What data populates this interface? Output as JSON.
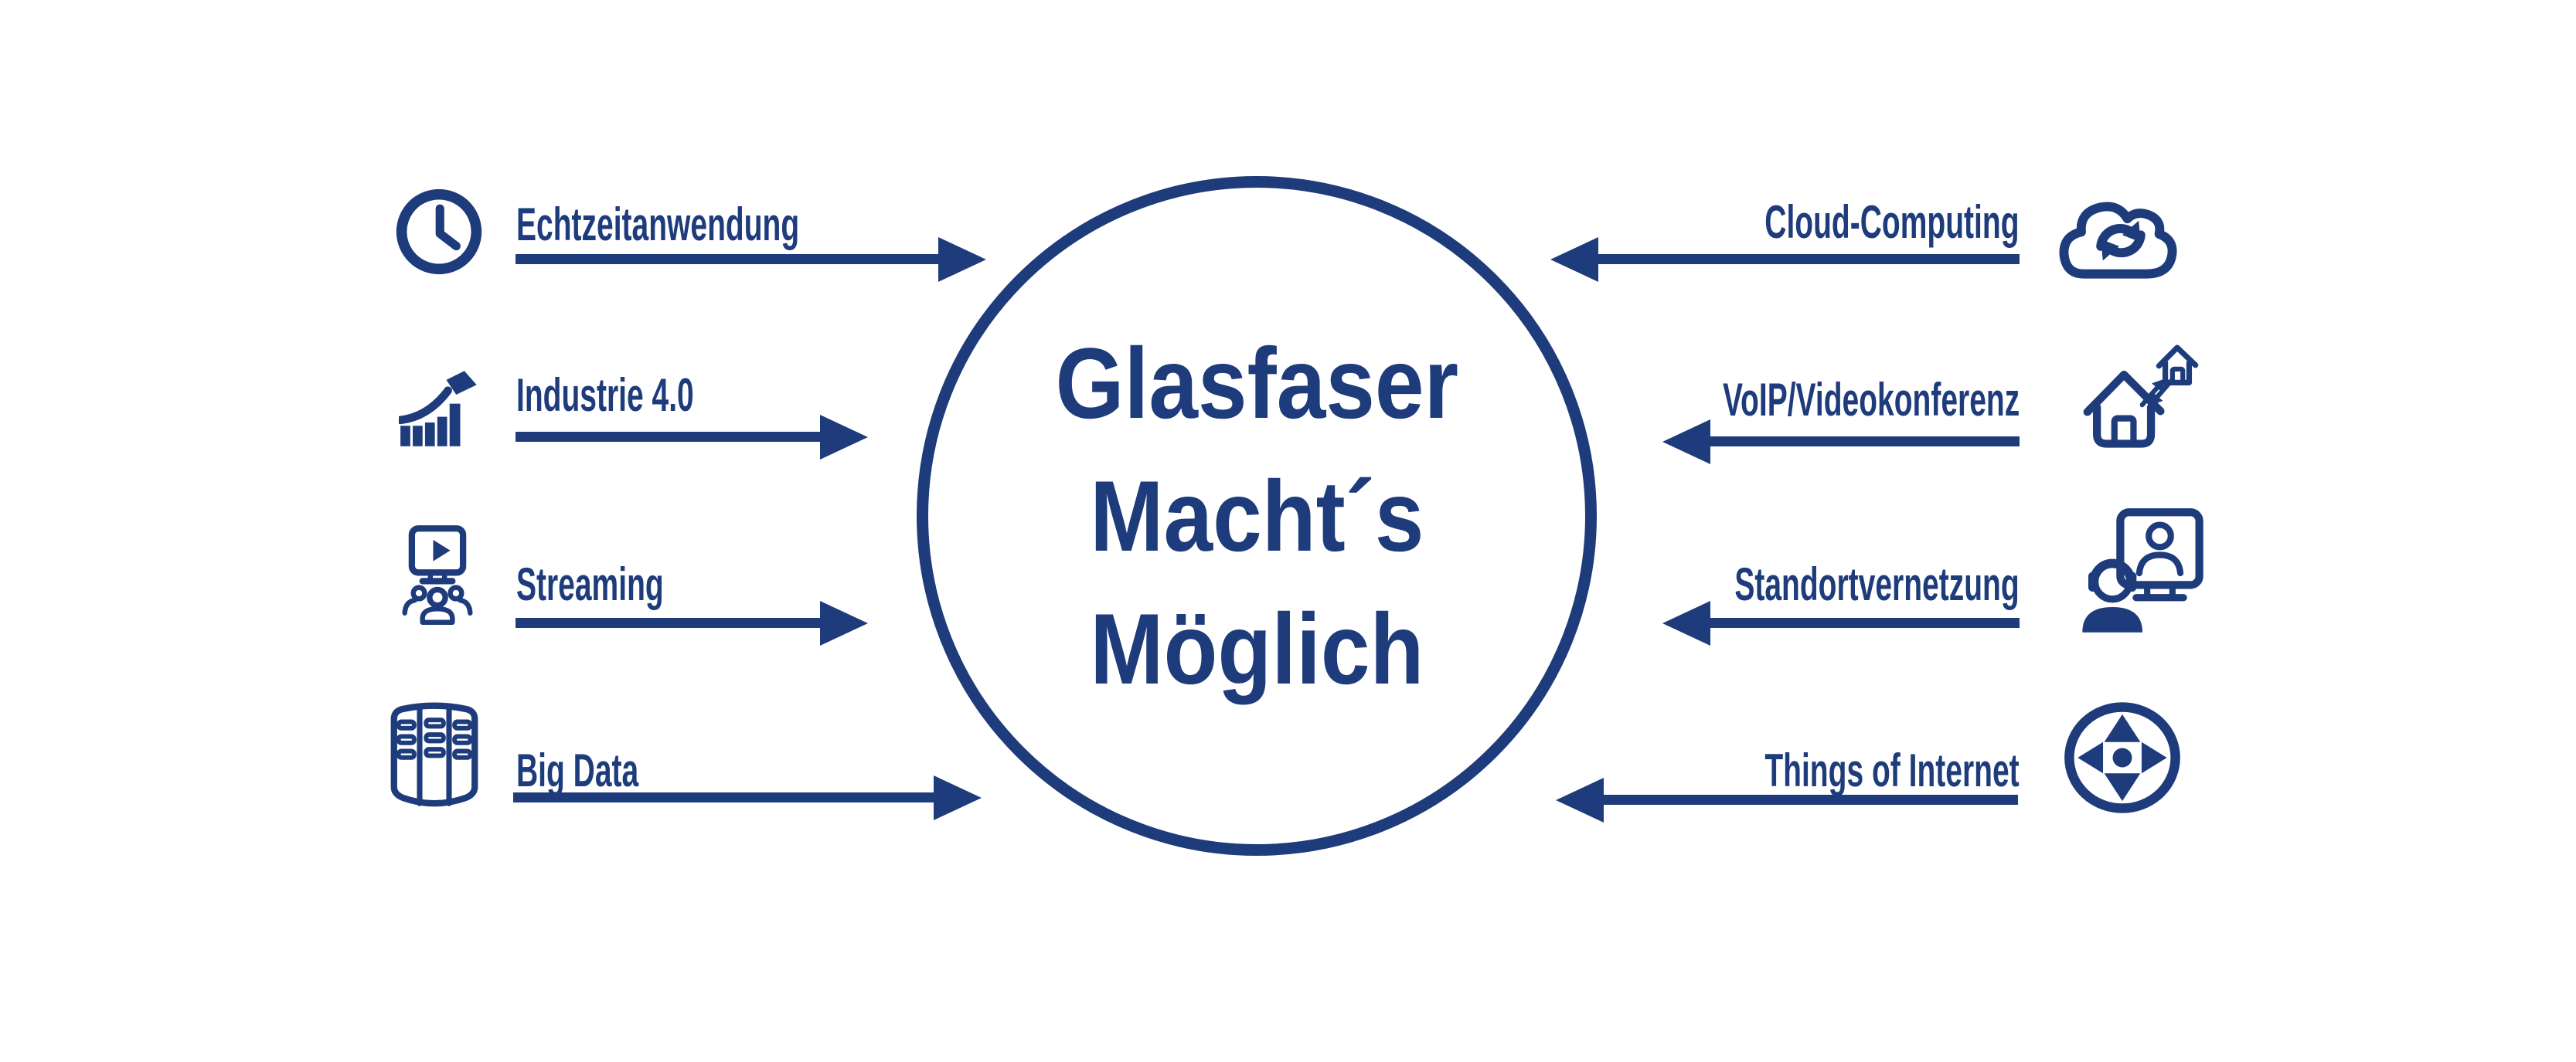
{
  "colors": {
    "primary": "#1e3c7b",
    "background": "#ffffff"
  },
  "title": {
    "line1": "Glasfaser",
    "line2": "Macht´s",
    "line3": "Möglich"
  },
  "left_items": [
    {
      "label": "Echtzeitanwendung",
      "icon": "clock-icon"
    },
    {
      "label": "Industrie 4.0",
      "icon": "growth-chart-icon"
    },
    {
      "label": "Streaming",
      "icon": "streaming-audience-icon"
    },
    {
      "label": "Big Data",
      "icon": "server-rack-icon"
    }
  ],
  "right_items": [
    {
      "label": "Cloud-Computing",
      "icon": "cloud-sync-icon"
    },
    {
      "label": "VoIP/Videokonferenz",
      "icon": "connected-houses-icon"
    },
    {
      "label": "Standortvernetzung",
      "icon": "video-call-icon"
    },
    {
      "label": "Things of Internet",
      "icon": "iot-compass-icon"
    }
  ]
}
